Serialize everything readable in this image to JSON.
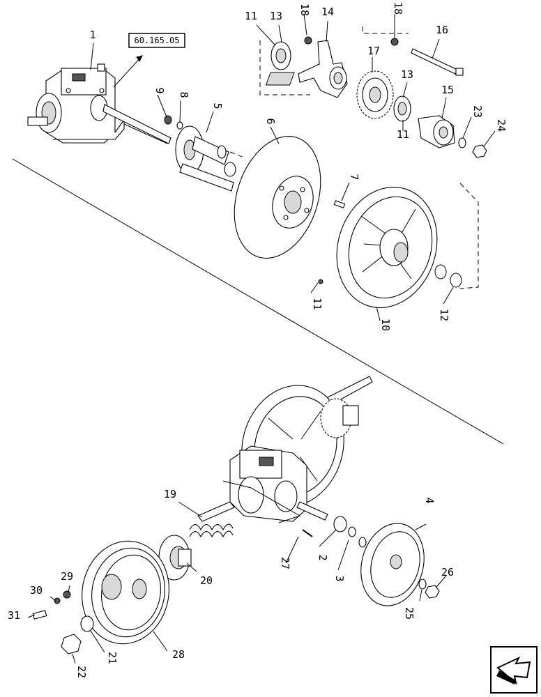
{
  "reference_code": "60.165.05",
  "callouts": [
    {
      "id": "1",
      "text": "1"
    },
    {
      "id": "9",
      "text": "9"
    },
    {
      "id": "8",
      "text": "8"
    },
    {
      "id": "5",
      "text": "5"
    },
    {
      "id": "6",
      "text": "6"
    },
    {
      "id": "7",
      "text": "7"
    },
    {
      "id": "11a",
      "text": "11"
    },
    {
      "id": "10",
      "text": "10"
    },
    {
      "id": "12",
      "text": "12"
    },
    {
      "id": "11b",
      "text": "11"
    },
    {
      "id": "13a",
      "text": "13"
    },
    {
      "id": "18a",
      "text": "18"
    },
    {
      "id": "14",
      "text": "14"
    },
    {
      "id": "18b",
      "text": "18"
    },
    {
      "id": "16",
      "text": "16"
    },
    {
      "id": "17",
      "text": "17"
    },
    {
      "id": "13b",
      "text": "13"
    },
    {
      "id": "11c",
      "text": "11"
    },
    {
      "id": "15",
      "text": "15"
    },
    {
      "id": "23",
      "text": "23"
    },
    {
      "id": "24",
      "text": "24"
    },
    {
      "id": "19",
      "text": "19"
    },
    {
      "id": "20",
      "text": "20"
    },
    {
      "id": "27",
      "text": "27"
    },
    {
      "id": "2",
      "text": "2"
    },
    {
      "id": "3",
      "text": "3"
    },
    {
      "id": "4",
      "text": "4"
    },
    {
      "id": "26",
      "text": "26"
    },
    {
      "id": "25",
      "text": "25"
    },
    {
      "id": "29",
      "text": "29"
    },
    {
      "id": "30",
      "text": "30"
    },
    {
      "id": "31",
      "text": "31"
    },
    {
      "id": "21",
      "text": "21"
    },
    {
      "id": "22",
      "text": "22"
    },
    {
      "id": "28",
      "text": "28"
    }
  ]
}
